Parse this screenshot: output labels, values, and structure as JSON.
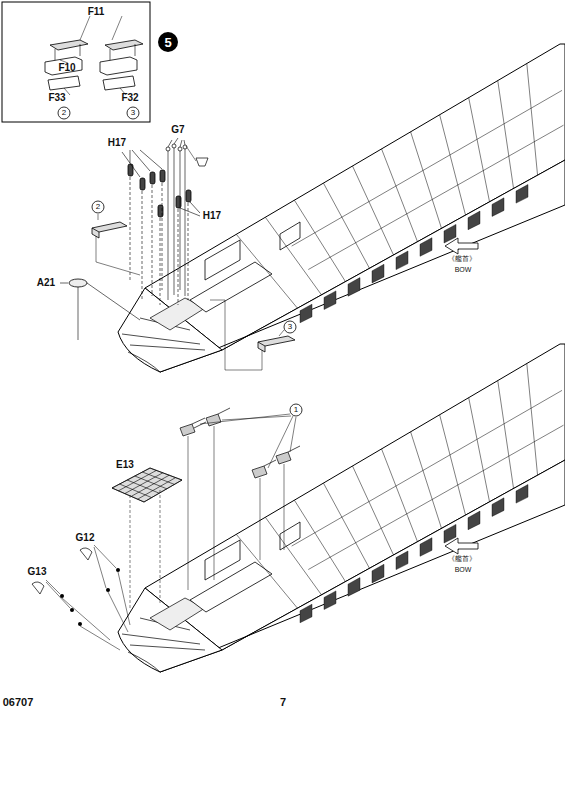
{
  "diagram": {
    "labels": [
      "5",
      "F11",
      "F10",
      "F33",
      "F32",
      "2",
      "3",
      "H17",
      "G7",
      "H17",
      "2",
      "A21",
      "3",
      "《艦首》",
      "BOW",
      "1",
      "E13",
      "G12",
      "G13",
      "《艦首》",
      "BOW",
      "06707",
      "7"
    ]
  }
}
